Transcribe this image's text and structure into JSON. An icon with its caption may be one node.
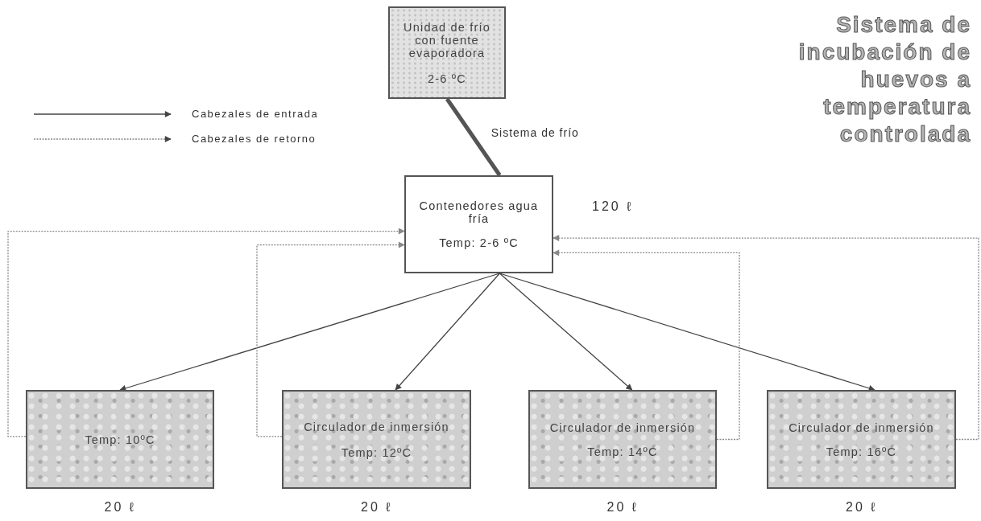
{
  "diagram": {
    "title": "Sistema de incubación de huevos a temperatura controlada",
    "nodes": [
      {
        "text": [
          "Unidad de frío con fuente evaporadora",
          "2-6 ºC"
        ]
      },
      {
        "text": [
          "Contenedores agua fría",
          "Temp: 2-6 ºC"
        ],
        "beside": [
          "120 ℓ"
        ]
      },
      {
        "text": [
          "Temp: 10ºC"
        ],
        "beside": [
          "20 ℓ"
        ]
      },
      {
        "text": [
          "Circulador de inmersión",
          "Temp: 12ºC"
        ],
        "beside": [
          "20 ℓ"
        ]
      },
      {
        "text": [
          "Circulador de inmersión",
          "Temp: 14ºC"
        ],
        "beside": [
          "20 ℓ"
        ]
      },
      {
        "text": [
          "Circulador de inmersión",
          "Temp: 16ºC"
        ],
        "beside": [
          "20 ℓ"
        ]
      }
    ],
    "edges": [
      {
        "from": 0,
        "to": 1,
        "arrow": "none",
        "label": "Sistema de frío",
        "style": "thick"
      },
      {
        "from": 1,
        "to": 2,
        "arrow": "to"
      },
      {
        "from": 1,
        "to": 3,
        "arrow": "to"
      },
      {
        "from": 1,
        "to": 4,
        "arrow": "to"
      },
      {
        "from": 1,
        "to": 5,
        "arrow": "to"
      },
      {
        "from": 2,
        "to": 1,
        "arrow": "to",
        "style": "dashed"
      },
      {
        "from": 3,
        "to": 1,
        "arrow": "to",
        "style": "dashed"
      },
      {
        "from": 4,
        "to": 1,
        "arrow": "to",
        "style": "dashed"
      },
      {
        "from": 5,
        "to": 1,
        "arrow": "to",
        "style": "dashed"
      }
    ],
    "legend": [
      {
        "text": "Cabezales de entrada"
      },
      {
        "text": "Cabezales de retorno"
      }
    ]
  }
}
